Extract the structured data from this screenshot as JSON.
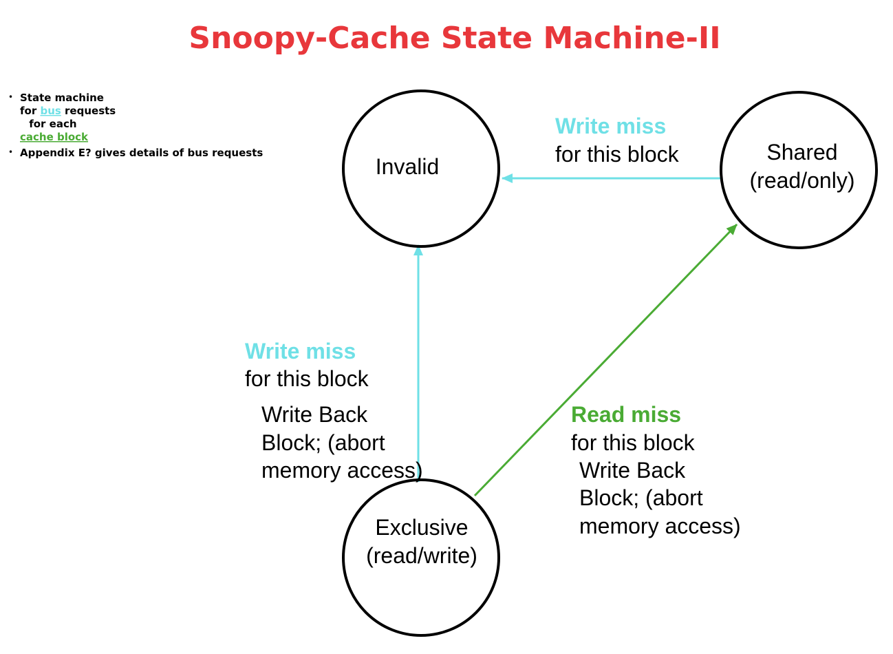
{
  "title": "Snoopy-Cache State Machine-II",
  "colors": {
    "title": "#e8373b",
    "write_miss": "#6fe0e6",
    "read_miss": "#4aab34",
    "state_outline": "#000000"
  },
  "bullets": [
    {
      "lines": [
        [
          {
            "text": "State machine"
          }
        ],
        [
          {
            "text": "for "
          },
          {
            "text": "bus",
            "style": "bus-link"
          },
          {
            "text": " requests"
          }
        ],
        [
          {
            "text": " for each"
          }
        ],
        [
          {
            "text": "cache block",
            "style": "cache-link"
          }
        ]
      ]
    },
    {
      "lines": [
        [
          {
            "text": "Appendix E? gives details of bus requests"
          }
        ]
      ]
    }
  ],
  "states": {
    "invalid": {
      "label": [
        "Invalid"
      ]
    },
    "shared": {
      "label": [
        "Shared",
        "(read/only)"
      ]
    },
    "exclusive": {
      "label": [
        "Exclusive",
        "(read/write)"
      ]
    }
  },
  "transitions": {
    "shared_to_invalid": {
      "event": "Write miss",
      "event_detail": "for this block",
      "action": []
    },
    "exclusive_to_invalid": {
      "event": "Write miss",
      "event_detail": "for this block",
      "action": [
        "Write Back",
        "Block; (abort",
        "memory access)"
      ]
    },
    "exclusive_to_shared": {
      "event": "Read miss",
      "event_detail": "for this block",
      "action": [
        "Write Back",
        "Block; (abort",
        "memory access)"
      ]
    }
  }
}
